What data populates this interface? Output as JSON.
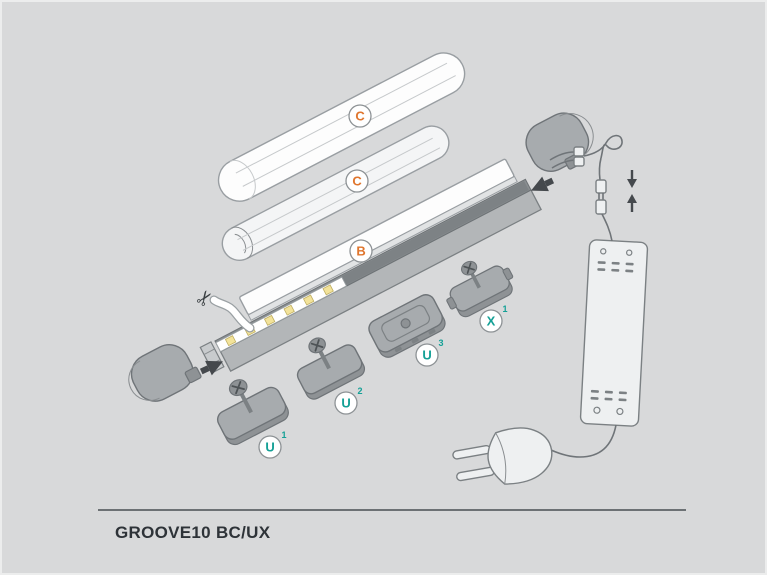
{
  "title": "GROOVE10 BC/UX",
  "badges": {
    "c_top": {
      "letter": "C"
    },
    "c_mid": {
      "letter": "C"
    },
    "b": {
      "letter": "B"
    },
    "u1": {
      "letter": "U",
      "sup": "1"
    },
    "u2": {
      "letter": "U",
      "sup": "2"
    },
    "u3": {
      "letter": "U",
      "sup": "3"
    },
    "x1": {
      "letter": "X",
      "sup": "1"
    }
  },
  "icons": {
    "scissors": "✂"
  },
  "colors": {
    "background": "#d8d9da",
    "accent_orange": "#e0762e",
    "accent_teal": "#14a096",
    "line_gray": "#6f7478"
  }
}
